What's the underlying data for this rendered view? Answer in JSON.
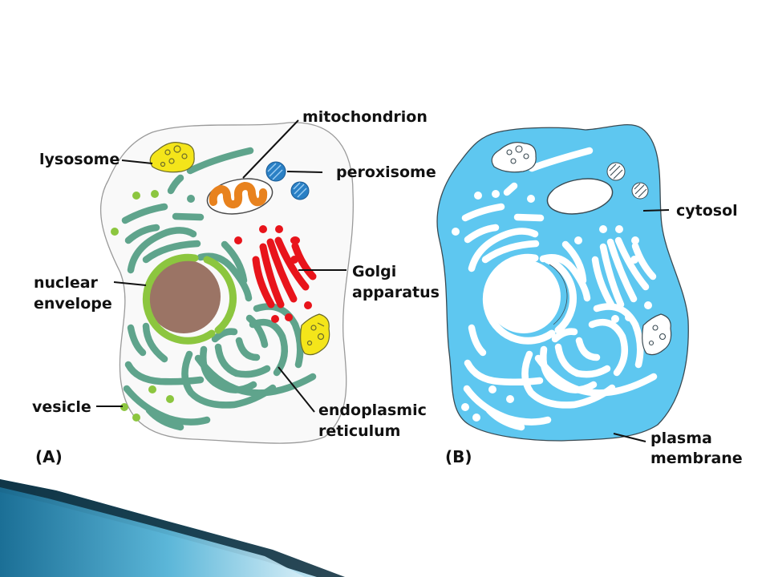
{
  "labels": {
    "mitochondrion": "mitochondrion",
    "lysosome": "lysosome",
    "peroxisome": "peroxisome",
    "golgi_1": "Golgi",
    "golgi_2": "apparatus",
    "nuclear_1": "nuclear",
    "nuclear_2": "envelope",
    "vesicle": "vesicle",
    "er_1": "endoplasmic",
    "er_2": "reticulum",
    "cytosol": "cytosol",
    "plasma_1": "plasma",
    "plasma_2": "membrane"
  },
  "panels": {
    "a": "(A)",
    "b": "(B)"
  },
  "colors": {
    "er": "#5fa48c",
    "nuclear_envelope": "#8cc63f",
    "nucleus": "#9b7465",
    "golgi": "#e8141b",
    "lysosome": "#f4e51a",
    "mitochondrion": "#e8821e",
    "peroxisome": "#2a80c5",
    "vesicle": "#8cc63f",
    "cytosol": "#5ec7f0"
  }
}
